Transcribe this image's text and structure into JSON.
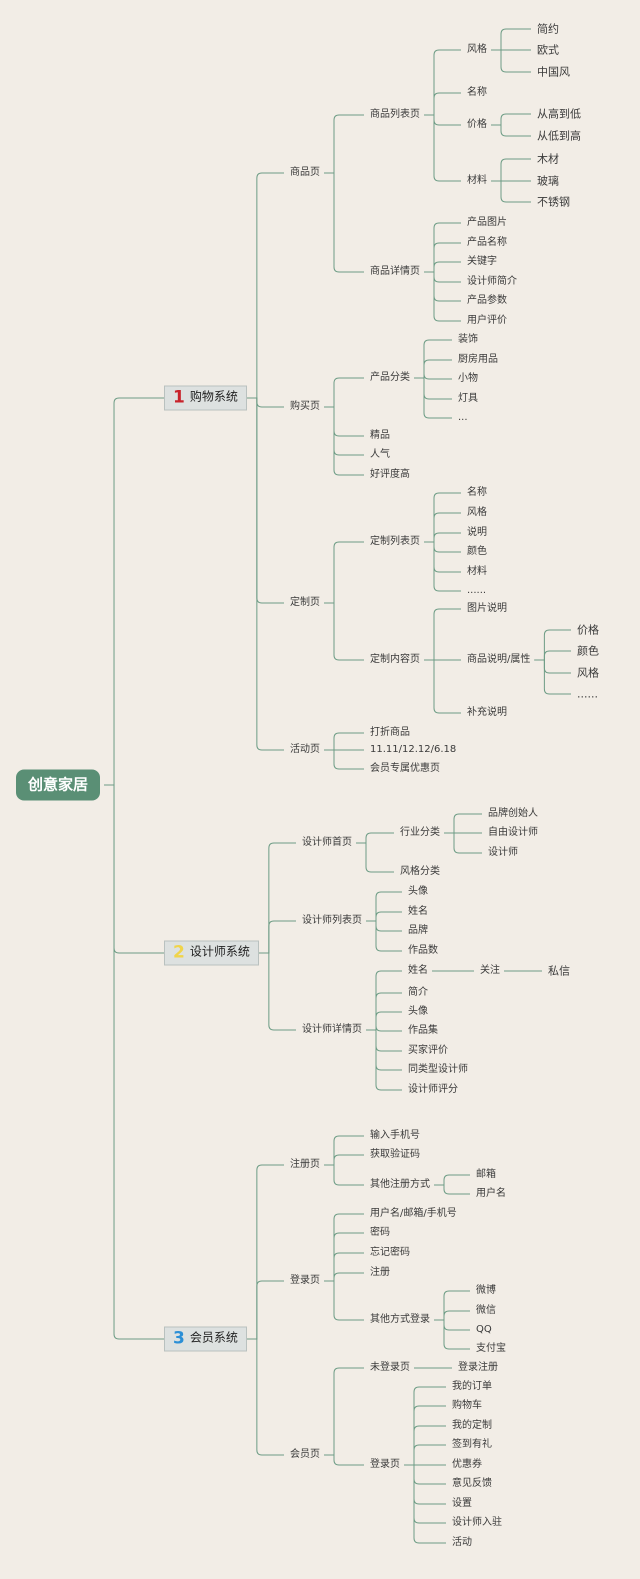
{
  "mindmap": {
    "root": {
      "label": "创意家居",
      "children": [
        {
          "num": "1",
          "num_color": "#c8232b",
          "label": "购物系统",
          "children": [
            {
              "label": "商品页",
              "children": [
                {
                  "label": "商品列表页",
                  "children": [
                    {
                      "label": "风格",
                      "children": [
                        {
                          "label": "简约"
                        },
                        {
                          "label": "欧式"
                        },
                        {
                          "label": "中国风"
                        }
                      ]
                    },
                    {
                      "label": "名称"
                    },
                    {
                      "label": "价格",
                      "children": [
                        {
                          "label": "从高到低"
                        },
                        {
                          "label": "从低到高"
                        }
                      ]
                    },
                    {
                      "label": "材料",
                      "children": [
                        {
                          "label": "木材"
                        },
                        {
                          "label": "玻璃"
                        },
                        {
                          "label": "不锈钢"
                        }
                      ]
                    }
                  ]
                },
                {
                  "label": "商品详情页",
                  "children": [
                    {
                      "label": "产品图片"
                    },
                    {
                      "label": "产品名称"
                    },
                    {
                      "label": "关键字"
                    },
                    {
                      "label": "设计师简介"
                    },
                    {
                      "label": "产品参数"
                    },
                    {
                      "label": "用户评价"
                    }
                  ]
                }
              ]
            },
            {
              "label": "购买页",
              "children": [
                {
                  "label": "产品分类",
                  "children": [
                    {
                      "label": "装饰"
                    },
                    {
                      "label": "厨房用品"
                    },
                    {
                      "label": "小物"
                    },
                    {
                      "label": "灯具"
                    },
                    {
                      "label": "..."
                    }
                  ]
                },
                {
                  "label": "精品"
                },
                {
                  "label": "人气"
                },
                {
                  "label": "好评度高"
                }
              ]
            },
            {
              "label": "定制页",
              "children": [
                {
                  "label": "定制列表页",
                  "children": [
                    {
                      "label": "名称"
                    },
                    {
                      "label": "风格"
                    },
                    {
                      "label": "说明"
                    },
                    {
                      "label": "颜色"
                    },
                    {
                      "label": "材料"
                    },
                    {
                      "label": "......"
                    }
                  ]
                },
                {
                  "label": "定制内容页",
                  "children": [
                    {
                      "label": "图片说明"
                    },
                    {
                      "label": "商品说明/属性",
                      "children": [
                        {
                          "label": "价格"
                        },
                        {
                          "label": "颜色"
                        },
                        {
                          "label": "风格"
                        },
                        {
                          "label": "......"
                        }
                      ]
                    },
                    {
                      "label": "补充说明"
                    }
                  ]
                }
              ]
            },
            {
              "label": "活动页",
              "children": [
                {
                  "label": "打折商品"
                },
                {
                  "label": "11.11/12.12/6.18"
                },
                {
                  "label": "会员专属优惠页"
                }
              ]
            }
          ]
        },
        {
          "num": "2",
          "num_color": "#f0d44a",
          "label": "设计师系统",
          "children": [
            {
              "label": "设计师首页",
              "children": [
                {
                  "label": "行业分类",
                  "children": [
                    {
                      "label": "品牌创始人"
                    },
                    {
                      "label": "自由设计师"
                    },
                    {
                      "label": "设计师"
                    }
                  ]
                },
                {
                  "label": "风格分类"
                }
              ]
            },
            {
              "label": "设计师列表页",
              "children": [
                {
                  "label": "头像"
                },
                {
                  "label": "姓名"
                },
                {
                  "label": "品牌"
                },
                {
                  "label": "作品数"
                }
              ]
            },
            {
              "label": "设计师详情页",
              "children": [
                {
                  "label": "姓名",
                  "children": [
                    {
                      "label": "关注",
                      "children": [
                        {
                          "label": "私信"
                        }
                      ]
                    }
                  ]
                },
                {
                  "label": "简介"
                },
                {
                  "label": "头像"
                },
                {
                  "label": "作品集"
                },
                {
                  "label": "买家评价"
                },
                {
                  "label": "同类型设计师"
                },
                {
                  "label": "设计师评分"
                }
              ]
            }
          ]
        },
        {
          "num": "3",
          "num_color": "#2b8fd6",
          "label": "会员系统",
          "children": [
            {
              "label": "注册页",
              "children": [
                {
                  "label": "输入手机号"
                },
                {
                  "label": "获取验证码"
                },
                {
                  "label": "其他注册方式",
                  "children": [
                    {
                      "label": "邮箱"
                    },
                    {
                      "label": "用户名"
                    }
                  ]
                }
              ]
            },
            {
              "label": "登录页",
              "children": [
                {
                  "label": "用户名/邮箱/手机号"
                },
                {
                  "label": "密码"
                },
                {
                  "label": "忘记密码"
                },
                {
                  "label": "注册"
                },
                {
                  "label": "其他方式登录",
                  "children": [
                    {
                      "label": "微博"
                    },
                    {
                      "label": "微信"
                    },
                    {
                      "label": "QQ"
                    },
                    {
                      "label": "支付宝"
                    }
                  ]
                }
              ]
            },
            {
              "label": "会员页",
              "children": [
                {
                  "label": "未登录页",
                  "children": [
                    {
                      "label": "登录注册"
                    }
                  ]
                },
                {
                  "label": "登录页",
                  "children": [
                    {
                      "label": "我的订单"
                    },
                    {
                      "label": "购物车"
                    },
                    {
                      "label": "我的定制"
                    },
                    {
                      "label": "签到有礼"
                    },
                    {
                      "label": "优惠券"
                    },
                    {
                      "label": "意见反馈"
                    },
                    {
                      "label": "设置"
                    },
                    {
                      "label": "设计师入驻"
                    },
                    {
                      "label": "活动"
                    }
                  ]
                }
              ]
            }
          ]
        }
      ]
    }
  },
  "colors": {
    "line": "#6d9c85",
    "root_fill": "#5a8f75",
    "branch_fill": "#dde1e0"
  }
}
